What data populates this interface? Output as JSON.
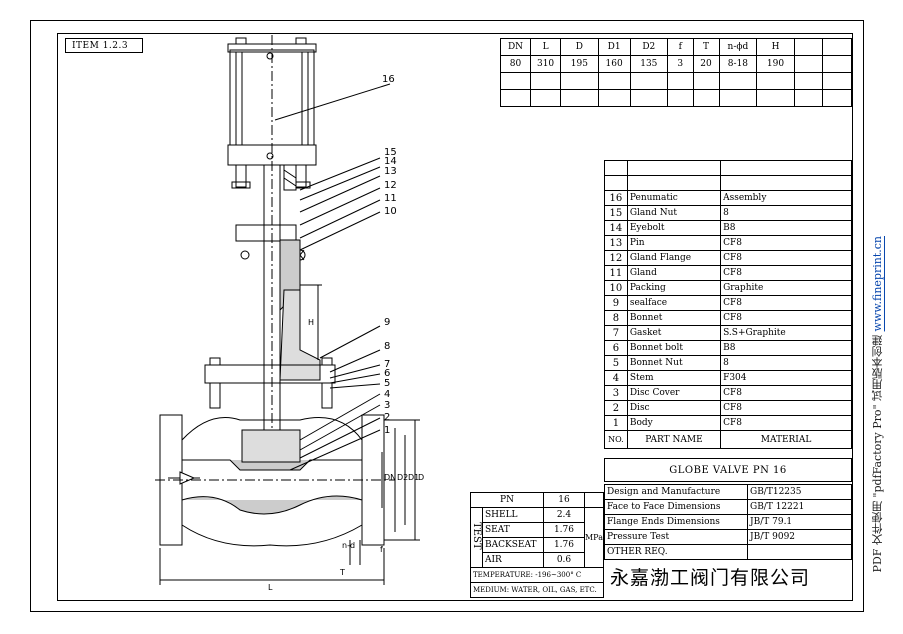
{
  "item": "ITEM 1.2.3",
  "dimensions": {
    "headers": [
      "DN",
      "L",
      "D",
      "D1",
      "D2",
      "f",
      "T",
      "n-ϕd",
      "H",
      "",
      ""
    ],
    "values": [
      "80",
      "310",
      "195",
      "160",
      "135",
      "3",
      "20",
      "8-18",
      "190",
      "",
      ""
    ]
  },
  "parts": [
    {
      "no": "16",
      "name": "Penumatic",
      "material": "Assembly"
    },
    {
      "no": "15",
      "name": "Gland Nut",
      "material": "8"
    },
    {
      "no": "14",
      "name": "Eyebolt",
      "material": "B8"
    },
    {
      "no": "13",
      "name": "Pin",
      "material": "CF8"
    },
    {
      "no": "12",
      "name": "Gland Flange",
      "material": "CF8"
    },
    {
      "no": "11",
      "name": "Gland",
      "material": "CF8"
    },
    {
      "no": "10",
      "name": "Packing",
      "material": "Graphite"
    },
    {
      "no": "9",
      "name": "sealface",
      "material": "CF8"
    },
    {
      "no": "8",
      "name": "Bonnet",
      "material": "CF8"
    },
    {
      "no": "7",
      "name": "Gasket",
      "material": "S.S+Graphite"
    },
    {
      "no": "6",
      "name": "Bonnet bolt",
      "material": "B8"
    },
    {
      "no": "5",
      "name": "Bonnet Nut",
      "material": "8"
    },
    {
      "no": "4",
      "name": "Stem",
      "material": "F304"
    },
    {
      "no": "3",
      "name": "Disc Cover",
      "material": "CF8"
    },
    {
      "no": "2",
      "name": "Disc",
      "material": "CF8"
    },
    {
      "no": "1",
      "name": "Body",
      "material": "CF8"
    }
  ],
  "parts_header": {
    "no": "NO.",
    "name": "PART NAME",
    "material": "MATERIAL"
  },
  "title": "GLOBE VALVE PN 16",
  "specs": [
    {
      "label": "Design and Manufacture",
      "value": "GB/T12235"
    },
    {
      "label": "Face to Face Dimensions",
      "value": "GB/T 12221"
    },
    {
      "label": "Flange Ends Dimensions",
      "value": "JB/T 79.1"
    },
    {
      "label": "Pressure Test",
      "value": "JB/T 9092"
    },
    {
      "label": "OTHER REQ.",
      "value": ""
    }
  ],
  "test": {
    "pn_label": "PN",
    "pn_value": "16",
    "side_label": "TEST",
    "unit": "MPa",
    "rows": [
      {
        "label": "SHELL",
        "value": "2.4"
      },
      {
        "label": "SEAT",
        "value": "1.76"
      },
      {
        "label": "BACKSEAT",
        "value": "1.76"
      },
      {
        "label": "AIR",
        "value": "0.6"
      }
    ],
    "temperature": "TEMPERATURE: -196~300° C",
    "medium": "MEDIUM: WATER, OIL, GAS, ETC."
  },
  "company": "永嘉渤工阀门有限公司",
  "side_note": "PDF 文件使用 \"pdfFactory Pro\" 试用版本创建",
  "side_link": "www.fineprint.cn",
  "callouts": [
    "16",
    "15",
    "14",
    "13",
    "12",
    "11",
    "10",
    "9",
    "8",
    "7",
    "6",
    "5",
    "4",
    "3",
    "2",
    "1"
  ],
  "dim_letters": {
    "H": "H",
    "L": "L",
    "f": "f",
    "T": "T",
    "D": "D",
    "D1": "D1",
    "D2": "D2",
    "DN": "DN",
    "nd": "n-d"
  }
}
